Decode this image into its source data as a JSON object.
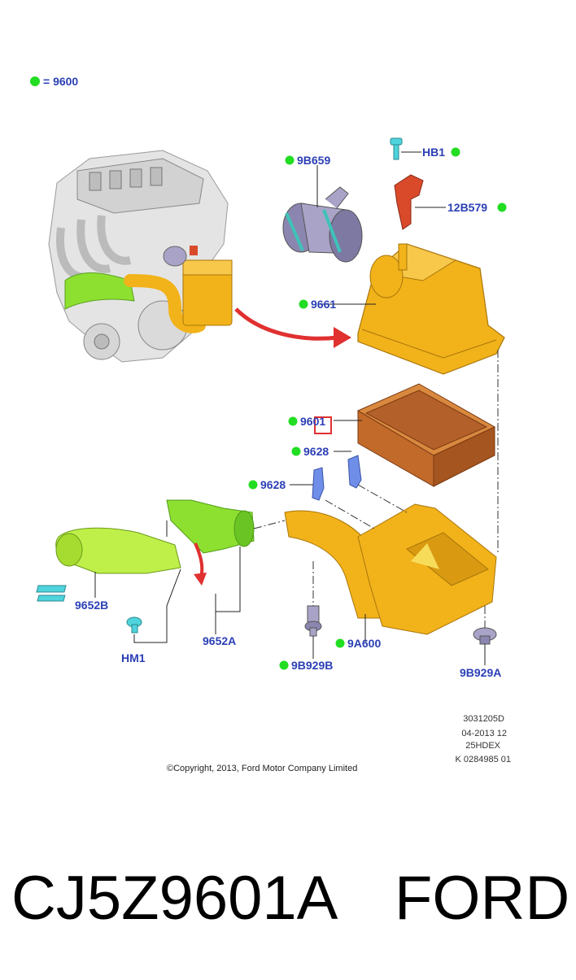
{
  "legend": {
    "code": "= 9600",
    "dot_color": "#22dd22"
  },
  "labels": {
    "p9B659": "9B659",
    "pHB1": "HB1",
    "p12B579": "12B579",
    "p9661": "9661",
    "p9601": "9601",
    "p9628a": "9628",
    "p9628b": "9628",
    "p9652B": "9652B",
    "pHM1": "HM1",
    "p9652A": "9652A",
    "p9B929B": "9B929B",
    "p9A600": "9A600",
    "p9B929A": "9B929A"
  },
  "meta": {
    "line1": "3031205D",
    "line2": "04-2013 12",
    "line3": "25HDEX",
    "line4": "K 0284985 01"
  },
  "copyright": "©Copyright, 2013, Ford Motor Company Limited",
  "footer": {
    "part_number": "CJ5Z9601A",
    "brand": "FORD"
  },
  "colors": {
    "label_blue": "#2b3fb5",
    "green_dot": "#22dd22",
    "housing_yellow": "#f2b21a",
    "duct_green": "#8ee030",
    "clip_blue": "#6f8ee8",
    "fastener_cyan": "#4fd3dc",
    "bracket_red": "#d94a2a",
    "filter_brown": "#c26a2a",
    "highlight_red": "#e03030"
  },
  "icons": [
    "engine-illustration",
    "resonator-hose",
    "bracket",
    "screw",
    "air-cleaner-cover",
    "filter-element",
    "clip",
    "air-cleaner-housing",
    "intake-duct",
    "grommet",
    "push-pin"
  ]
}
